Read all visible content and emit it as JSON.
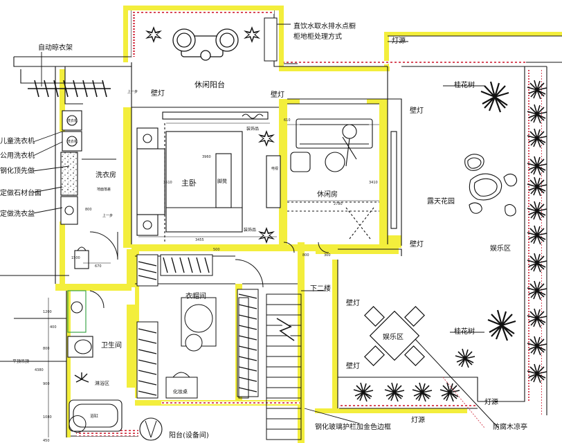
{
  "rooms": {
    "master_bedroom": "主卧",
    "lounge_balcony": "休闲阳台",
    "lounge_room": "休闲房",
    "laundry_room": "洗衣房",
    "cloakroom": "衣帽间",
    "downstairs": "下二楼",
    "bathroom": "卫生间",
    "shower_area": "淋浴区",
    "balcony_equipment": "阳台(设备间)",
    "entertainment_zone": "娱乐区",
    "entertainment_zone_2": "娱乐区",
    "open_garden": "露天花园"
  },
  "fixtures": {
    "dresser": "化妆桌",
    "stool": "脚凳",
    "decor": "装饰品",
    "decor_2": "装饰品",
    "washer": "洗衣机",
    "washer_2": "洗衣机",
    "tv": "电视",
    "tub": "浴缸"
  },
  "callouts": {
    "auto_rack": "自动晾衣架",
    "kids_washer": "儿童洗衣机",
    "public_washer": "公用洗衣机",
    "steel_top": "钢化顶先做",
    "stone_counter": "定做石材台面",
    "wash_basin": "定做洗衣盆",
    "water_note_1": "直饮水取水排水点橱",
    "water_note_2": "柜地柜处理方式",
    "light_top": "灯源",
    "light_bottom_1": "灯源",
    "light_bottom_2": "灯源",
    "osmanthus_top": "桂花树",
    "osmanthus_bottom": "桂花树",
    "glass_rail": "钢化玻璃护栏加金色边框",
    "pavilion": "防腐木凉亭",
    "wall_lamp_1": "壁灯",
    "wall_lamp_2": "壁灯",
    "wall_lamp_3": "壁灯",
    "wall_lamp_4": "壁灯",
    "wall_lamp_5": "壁灯",
    "wall_lamp_6": "壁灯",
    "up_mark_1": "上一步",
    "up_mark_2": "上一步",
    "floor_drain": "地面落差",
    "flat_ceiling": "平顶吊顶"
  },
  "dimensions": {
    "d3960": "3960",
    "d3510": "3510",
    "d3455": "3455",
    "d500": "500",
    "d610": "610",
    "d3410": "3410",
    "d2780": "2780",
    "d800": "800",
    "d300": "300",
    "d1500": "1500",
    "d670": "670",
    "d1200": "1200",
    "d800b": "800",
    "d4380": "4380",
    "d900": "900",
    "d1080": "1080",
    "d450": "450",
    "d400": "400",
    "d800c": "800"
  }
}
